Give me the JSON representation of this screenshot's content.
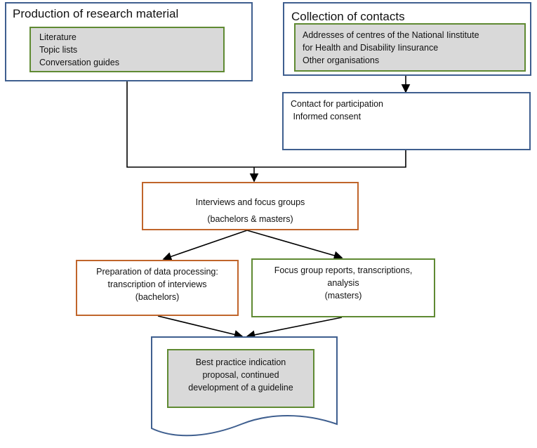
{
  "production": {
    "title": "Production of research material",
    "items": [
      "Literature",
      "Topic lists",
      "Conversation guides"
    ]
  },
  "contacts": {
    "title": "Collection of contacts",
    "items": [
      "Addresses of  centres of the National Iinstitute",
      "for Health and Disability Iinsurance",
      "Other organisations"
    ]
  },
  "participation": {
    "lines": [
      "Contact for participation",
      " Informed consent"
    ]
  },
  "interviews": {
    "line1": "Interviews and focus groups",
    "line2": "(bachelors & masters)"
  },
  "preparation": {
    "lines": [
      "Preparation of data processing:",
      "transcription of interviews",
      "(bachelors)"
    ]
  },
  "focus_reports": {
    "lines": [
      "Focus group reports, transcriptions,",
      "analysis",
      "(masters)"
    ]
  },
  "best_practice": {
    "lines": [
      "Best practice indication",
      "proposal, continued",
      "development  of a guideline"
    ]
  }
}
